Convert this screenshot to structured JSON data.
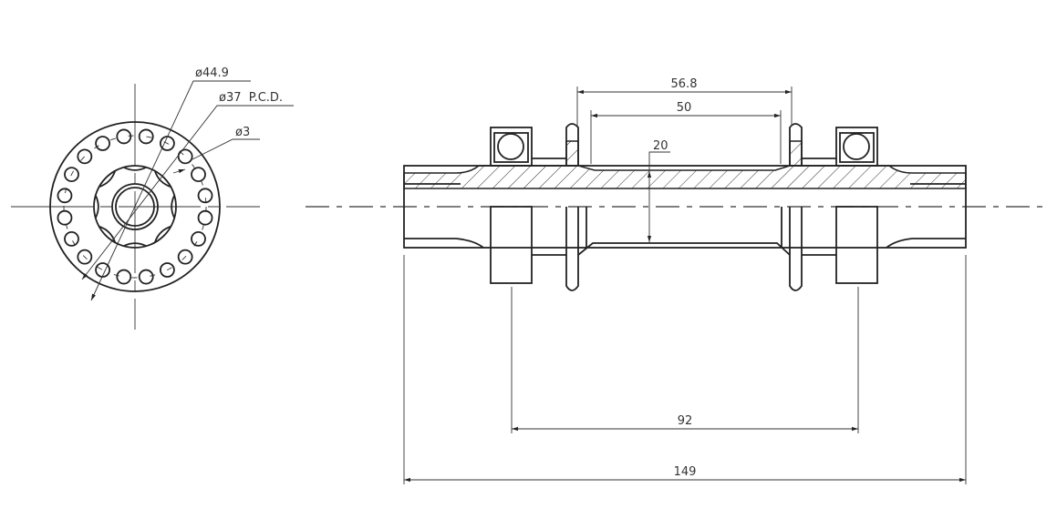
{
  "end_view": {
    "labels": {
      "outer_diameter": "ø44.9",
      "pcd": "ø37  P.C.D.",
      "hole_diameter": "ø3"
    },
    "spoke_hole_count": 20,
    "scallop_count": 8
  },
  "side_view": {
    "dimensions": {
      "flange_outer": "56.8",
      "flange_inner": "50",
      "body_diameter": "20",
      "bearing_spacing": "92",
      "overall_length": "149"
    }
  }
}
